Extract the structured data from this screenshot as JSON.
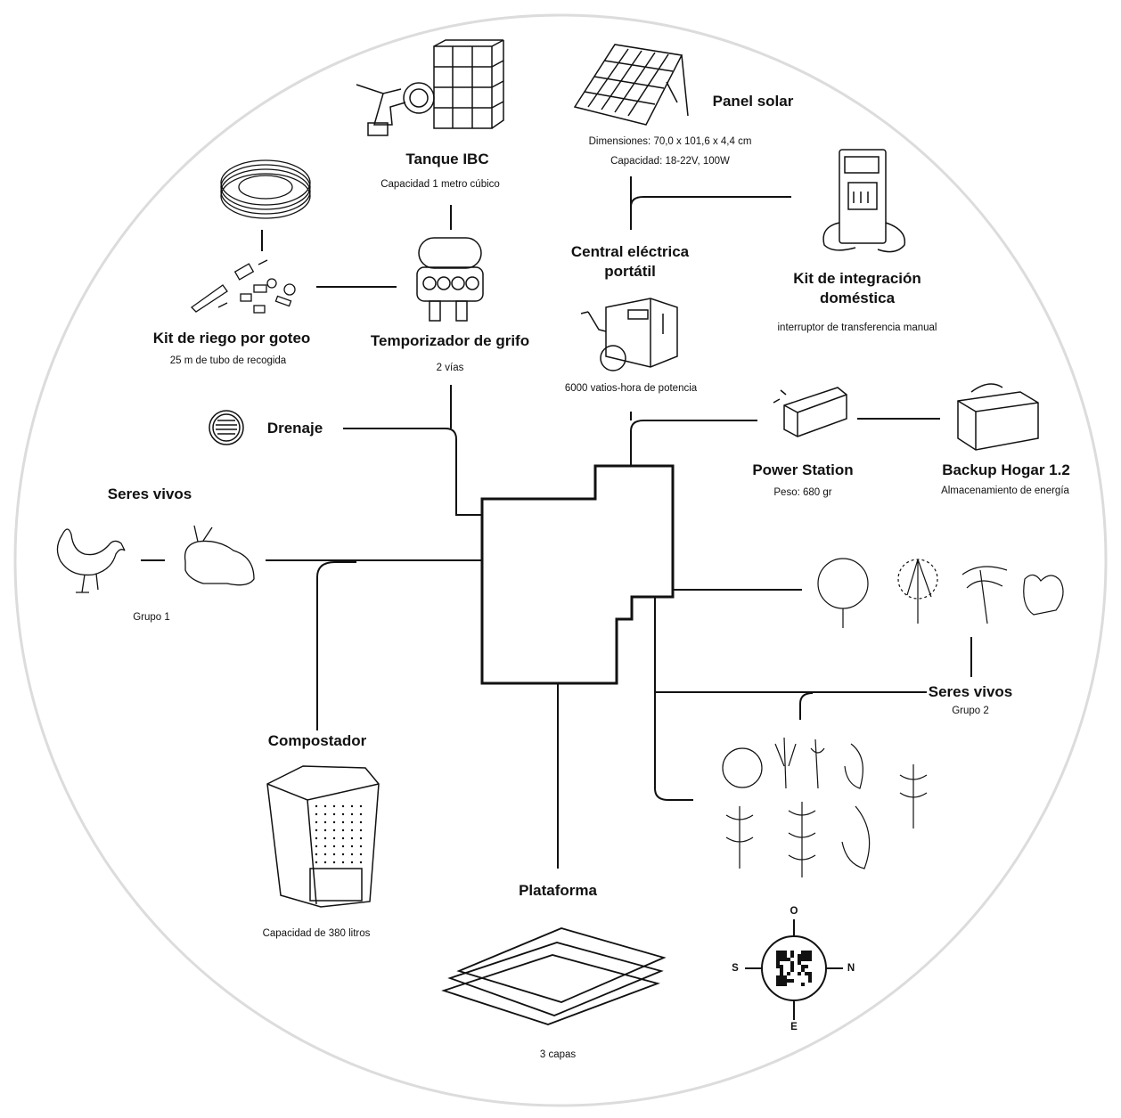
{
  "labels": {
    "tanque_ibc": {
      "title": "Tanque IBC",
      "sub": "Capacidad 1 metro cúbico"
    },
    "panel_solar": {
      "title": "Panel solar",
      "dims": "Dimensiones: 70,0 x 101,6 x 4,4 cm",
      "cap": "Capacidad: 18-22V, 100W"
    },
    "central": {
      "title_line1": "Central eléctrica",
      "title_line2": "portátil",
      "sub": "6000 vatios-hora de potencia"
    },
    "kit_integracion": {
      "title_line1": "Kit de integración",
      "title_line2": "doméstica",
      "sub": "interruptor de transferencia manual"
    },
    "kit_riego": {
      "title": "Kit de riego por goteo",
      "sub": "25 m de tubo de recogida"
    },
    "temporizador": {
      "title": "Temporizador de grifo",
      "sub": "2 vías"
    },
    "drenaje": {
      "title": "Drenaje"
    },
    "power_station": {
      "title": "Power Station",
      "sub": "Peso: 680 gr"
    },
    "backup": {
      "title": "Backup Hogar 1.2",
      "sub": "Almacenamiento de energía"
    },
    "seres_vivos_1": {
      "title": "Seres vivos",
      "sub": "Grupo 1"
    },
    "seres_vivos_2": {
      "title": "Seres vivos",
      "sub": "Grupo 2"
    },
    "compostador": {
      "title": "Compostador",
      "sub": "Capacidad de 380 litros"
    },
    "plataforma": {
      "title": "Plataforma",
      "sub": "3 capas"
    },
    "compass": {
      "north_top": "O",
      "south_bottom": "E",
      "left": "S",
      "right": "N"
    }
  },
  "icons": [
    "ibc-tank-icon",
    "faucet-icon",
    "solar-panel-icon",
    "transfer-switch-icon",
    "hose-coil-icon",
    "drip-kit-icon",
    "tap-timer-icon",
    "generator-icon",
    "drain-icon",
    "power-station-icon",
    "battery-icon",
    "hen-icon",
    "rabbit-icon",
    "tree-icon",
    "vegetable-icon",
    "composter-icon",
    "platform-layers-icon",
    "compass-icon",
    "qr-code-icon"
  ]
}
